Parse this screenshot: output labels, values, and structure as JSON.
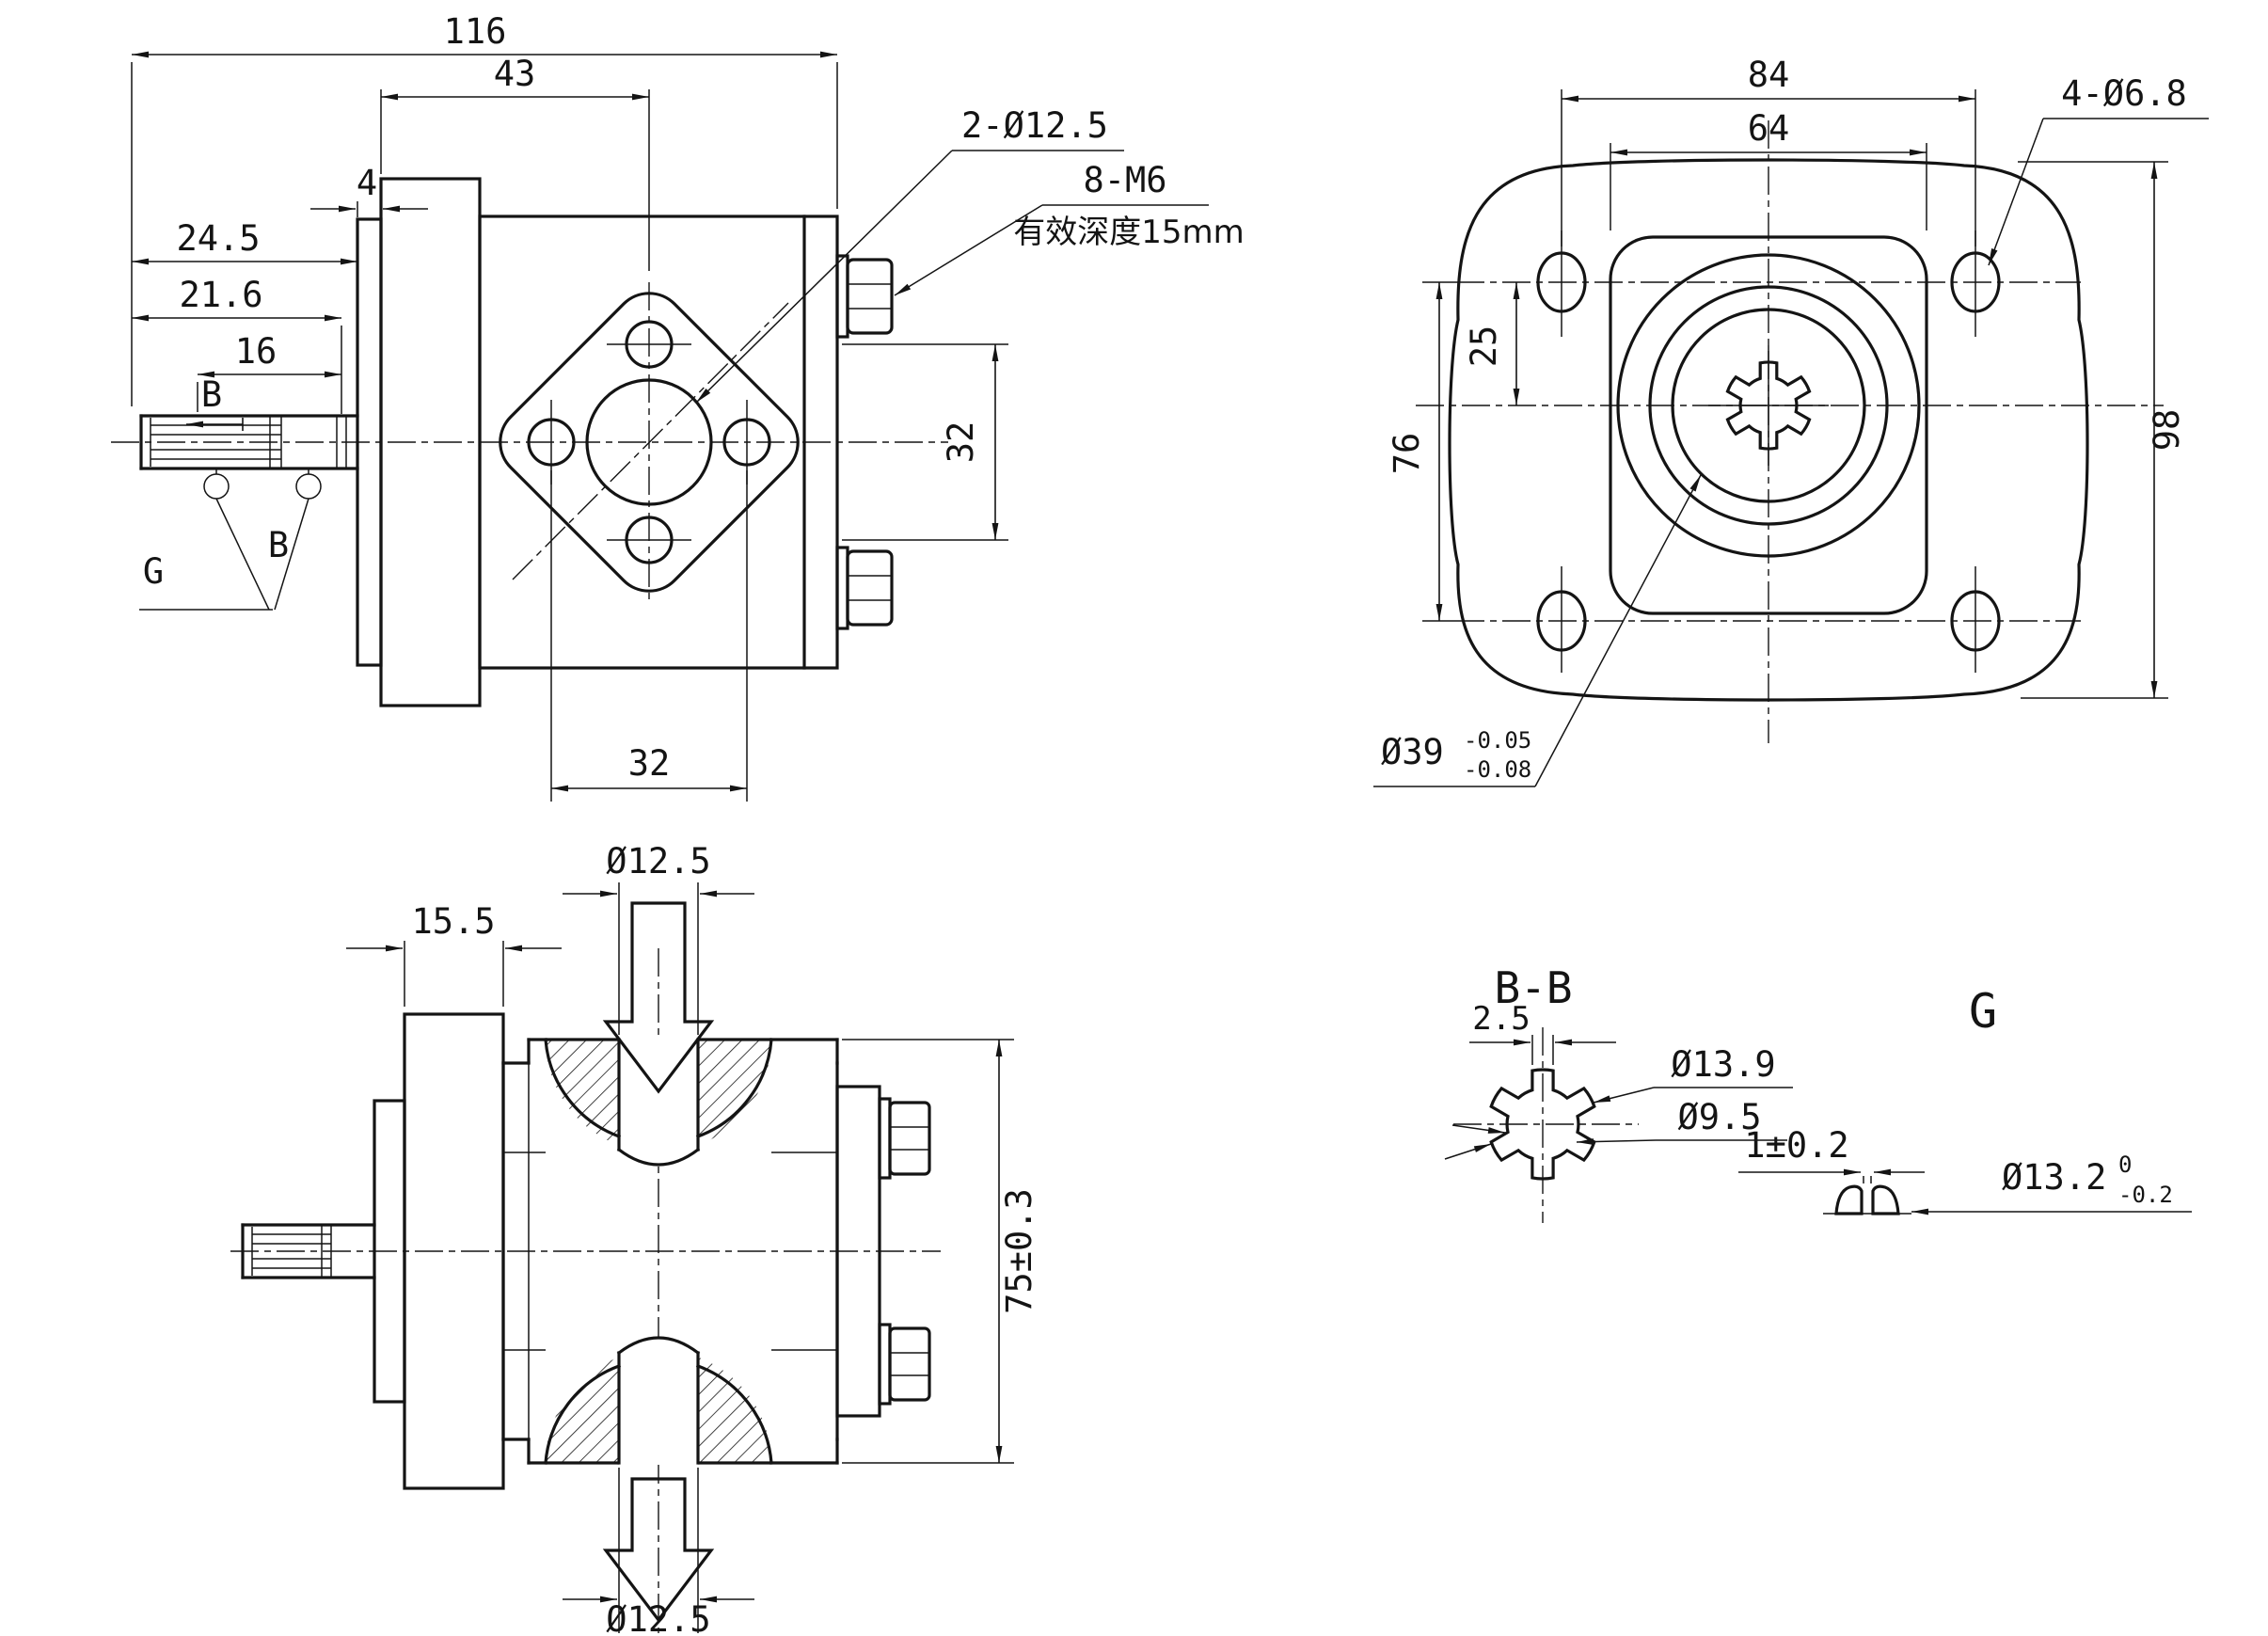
{
  "colors": {
    "ink": "#141414",
    "paper": "#ffffff"
  },
  "side_view": {
    "d116": "116",
    "d43": "43",
    "d245": "24.5",
    "d4": "4",
    "d216": "21.6",
    "d16": "16",
    "sec_b_upper": "B",
    "sec_b_lower": "B",
    "detail_g_ref": "G",
    "port_holes_label": "2-Ø12.5",
    "tapped_label": "8-M6",
    "tapped_note": "有效深度15mm",
    "d32_vertical": "32",
    "d32_horizontal": "32"
  },
  "rear_view": {
    "d84": "84",
    "d64": "64",
    "bolt_holes_label": "4-Ø6.8",
    "d25": "25",
    "d76": "76",
    "d98": "98",
    "spigot_dia": "Ø39",
    "spigot_tol_hi": "-0.05",
    "spigot_tol_lo": "-0.08"
  },
  "top_view": {
    "inlet_dia": "Ø12.5",
    "d155": "15.5",
    "d75": "75±0.3",
    "outlet_dia": "Ø12.5"
  },
  "section_bb": {
    "title": "B-B",
    "tooth_width": "2.5",
    "tip_dia": "Ø13.9",
    "root_dia": "Ø9.5"
  },
  "detail_g": {
    "title": "G",
    "groove_width": "1±0.2",
    "groove_dia": "Ø13.2",
    "tol_hi": "0",
    "tol_lo": "-0.2"
  }
}
